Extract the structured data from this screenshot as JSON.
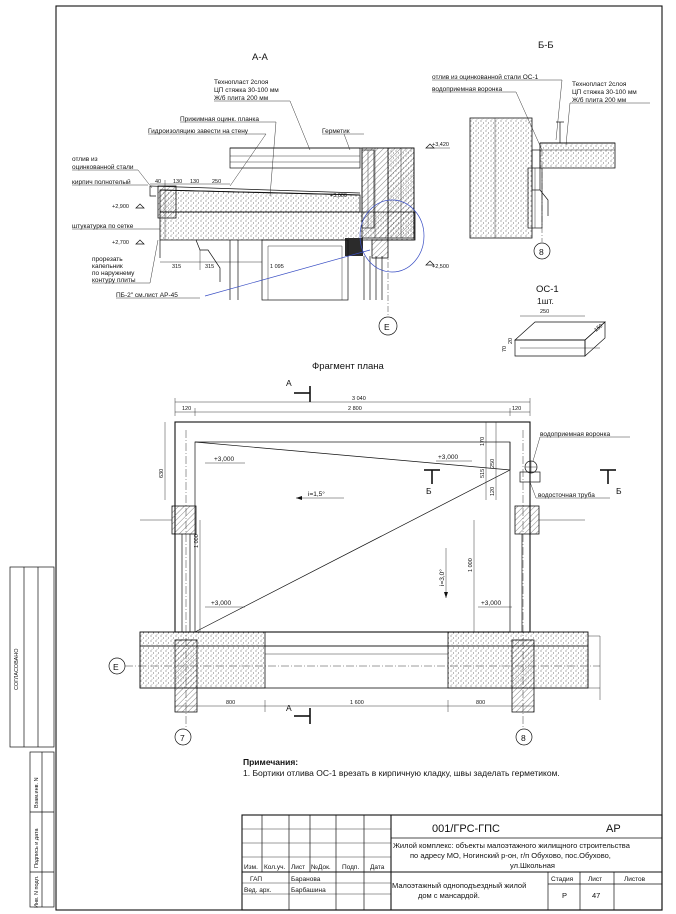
{
  "sections": {
    "aa_title": "А-А",
    "bb_title": "Б-Б",
    "os_title": "ОС-1",
    "os_qty": "1шт.",
    "plan_title": "Фрагмент плана"
  },
  "aa_labels": {
    "technonikol": "Технопласт 2слоя",
    "screed": "ЦП стяжка 30-100 мм",
    "slab": "Ж/б плита  200 мм",
    "plank": "Прижимная оцинк. планка",
    "waterproof": "Гидроизоляцию завести на стену",
    "sealant": "Герметик",
    "flashing1": "отлив из",
    "flashing2": "оцинкованной стали",
    "brick": "кирпич полнотелый",
    "plaster": "штукатурка по сетке",
    "cut1": "прорезать",
    "cut2": "капельник",
    "cut3": "по наружнему",
    "cut4": "контуру плиты",
    "pb": "ПБ-2\" см.лист АР-45",
    "lvl_3420": "+3,420",
    "lvl_3000": "+3,000",
    "lvl_2900": "+2,900",
    "lvl_2700": "+2,700",
    "lvl_2500": "+2,500",
    "d_40": "40",
    "d_130a": "130",
    "d_130b": "130",
    "d_250": "250",
    "d_315a": "315",
    "d_315b": "315",
    "d_1095": "1 095",
    "axis": "Е"
  },
  "bb_labels": {
    "flashing": "отлив из оцинкованной стали ОС-1",
    "funnel": "водоприемная воронка",
    "technonikol": "Технопласт 2слоя",
    "screed": "ЦП стяжка 30-100 мм",
    "slab": "Ж/б плита  200 мм",
    "axis": "8"
  },
  "os_dims": {
    "len": "250",
    "wid": "150",
    "h": "70",
    "h2": "20"
  },
  "plan": {
    "cut_a": "А",
    "cut_b": "Б",
    "d_3040": "3 040",
    "d_120a": "120",
    "d_2800": "2 800",
    "d_120b": "120",
    "lvl_tl": "+3,000",
    "lvl_tr": "+3,000",
    "lvl_bl": "+3,000",
    "lvl_br": "+3,000",
    "slope_x": "i=1,5°",
    "slope_y": "i=3,0°",
    "d_630": "630",
    "d_1000a": "1 000",
    "d_1000b": "1 000",
    "d_170": "170",
    "d_515": "515",
    "d_250": "250",
    "d_120r": "120",
    "d_800a": "800",
    "d_1600": "1 600",
    "d_800b": "800",
    "funnel": "водоприемная воронка",
    "pipe": "водосточная труба",
    "axis_e": "Е",
    "axis_7": "7",
    "axis_8": "8"
  },
  "notes": {
    "title": "Примечания:",
    "item1": "1. Бортики отлива ОС-1 врезать в кирпичную кладку, швы заделать герметиком."
  },
  "side": {
    "soglasovano": "СОГЛАСОВАНО",
    "vzam": "Взам.инв. N",
    "podpis": "Подпись и дата",
    "inv": "Инв. N подл."
  },
  "stamp": {
    "code": "001/ГРС-ГПС",
    "sheet_code": "АР",
    "project1": "Жилой комплекс: объекты малоэтажного жилищного строительства",
    "project2": "по адресу МО, Ногинский р-он, г/п Обухово, пос.Обухово,",
    "project3": "ул.Школьная",
    "object1": "Малоэтажный однoподъездный жилой",
    "object2": "дом с мансардой.",
    "h_izm": "Изм.",
    "h_kol": "Кол.уч.",
    "h_list": "Лист",
    "h_ndok": "№Док.",
    "h_podp": "Подп.",
    "h_data": "Дата",
    "r1_role": "ГАП",
    "r1_name": "Баранова",
    "r2_role": "Вед. арх.",
    "r2_name": "Барбашина",
    "h_stage": "Стадия",
    "h_sheet": "Лист",
    "h_sheets": "Листов",
    "stage": "Р",
    "sheet": "47",
    "sheets": ""
  }
}
